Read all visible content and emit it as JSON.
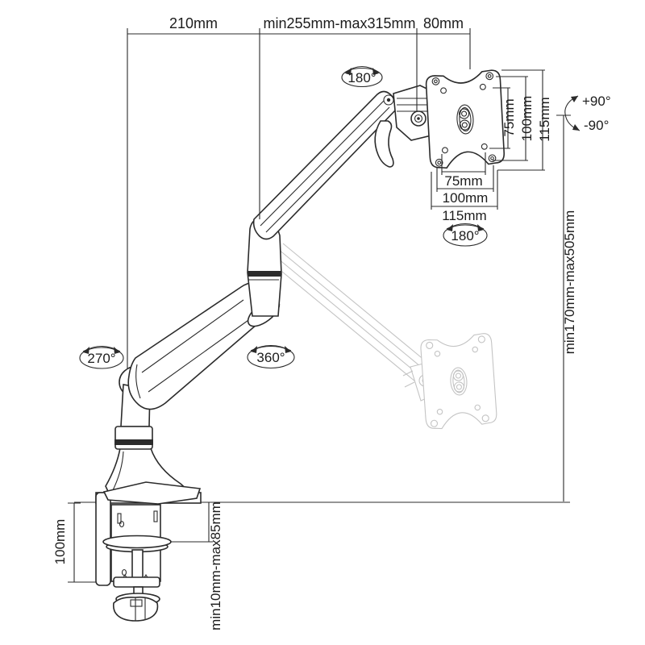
{
  "diagram": {
    "type": "technical-dimension-drawing",
    "subject": "gas-spring monitor desk mount arm",
    "dims_top": {
      "reach_back": "210mm",
      "reach_arm": "min255mm-max315mm",
      "head": "80mm"
    },
    "vesa_right": {
      "d75": "75mm",
      "d100": "100mm",
      "d115": "115mm"
    },
    "vesa_bottom": {
      "d75": "75mm",
      "d100": "100mm",
      "d115": "115mm"
    },
    "rotation": {
      "head_swivel": "180°",
      "plate_landscape": "180°",
      "base_swivel": "270°",
      "arm_swivel": "360°"
    },
    "tilt": {
      "up": "+90°",
      "down": "-90°"
    },
    "height_range": "min170mm-max505mm",
    "desk_clamp_thickness": "100mm",
    "clamp_opening": "min10mm-max85mm"
  },
  "colors": {
    "line": "#2b2b2b",
    "ghost": "#c4c4c4",
    "background": "#ffffff"
  }
}
